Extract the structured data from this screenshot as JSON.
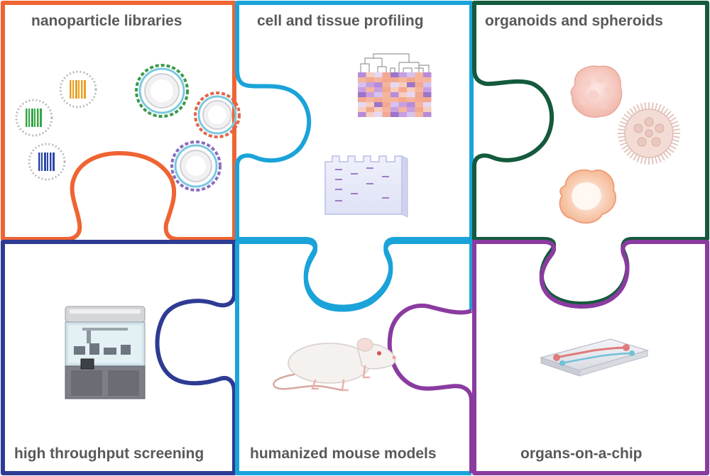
{
  "pieces": [
    {
      "label": "nanoparticle libraries",
      "color": "#ef6433"
    },
    {
      "label": "cell and tissue profiling",
      "color": "#1aa3d9"
    },
    {
      "label": "organoids and spheroids",
      "color": "#145a3c"
    },
    {
      "label": "high throughput screening",
      "color": "#2e3b93"
    },
    {
      "label": "humanized mouse models",
      "color": "#1aa3d9"
    },
    {
      "label": "organs-on-a-chip",
      "color": "#8a3ba0"
    }
  ],
  "colors": {
    "humanized_mouse_right_edge": "#8a3ba0",
    "text": "#58595b"
  },
  "icons": [
    "barcoded-nanoparticle-icon",
    "coated-nanoparticle-icon",
    "heatmap-icon",
    "gel-electrophoresis-icon",
    "organoid-icon",
    "spheroid-icon",
    "liquid-handling-robot-icon",
    "mouse-icon",
    "microfluidic-chip-icon"
  ]
}
